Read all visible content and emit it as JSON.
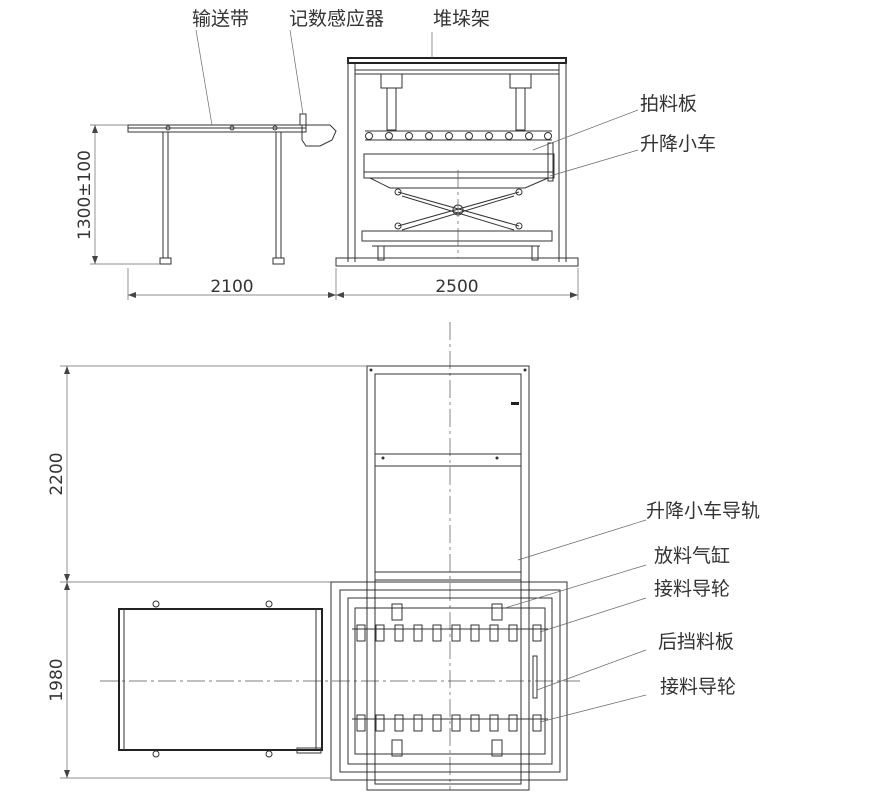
{
  "labels": {
    "conveyor": "输送带",
    "counter_sensor": "记数感应器",
    "stack_rack": "堆垛架",
    "clap_plate": "拍料板",
    "lift_cart": "升降小车",
    "lift_cart_rail": "升降小车导轨",
    "discharge_cylinder": "放料气缸",
    "receive_guide_wheel_1": "接料导轮",
    "rear_stop_plate": "后挡料板",
    "receive_guide_wheel_2": "接料导轮"
  },
  "dimensions": {
    "height": "1300±100",
    "conveyor_length": "2100",
    "rack_width": "2500",
    "rack_length": "2200",
    "conveyor_width": "1980"
  }
}
